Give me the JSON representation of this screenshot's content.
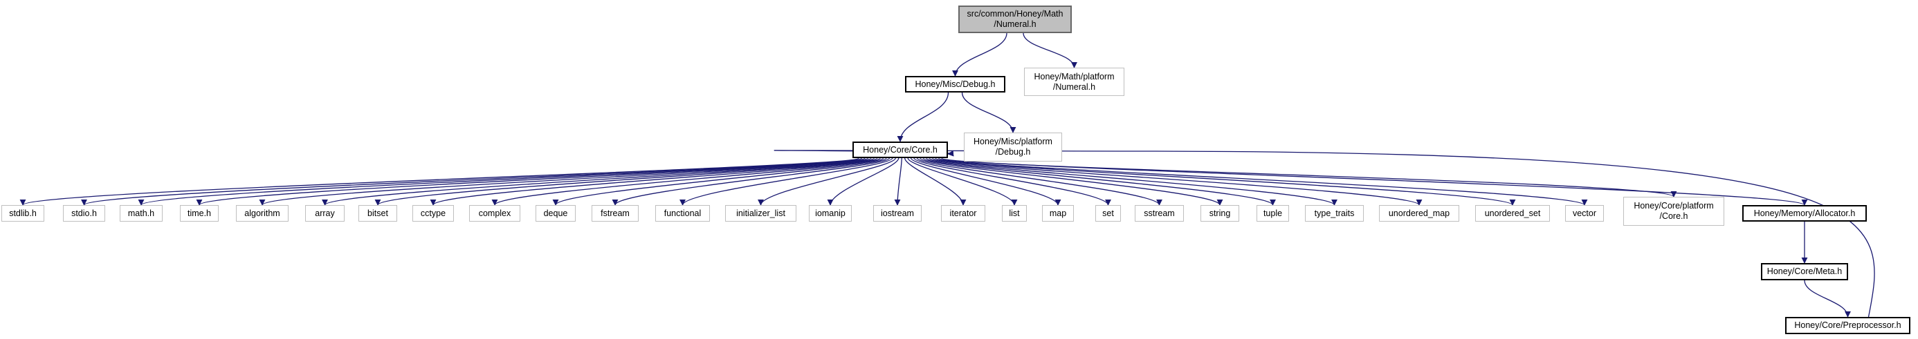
{
  "colors": {
    "edge": "#191970",
    "root_fill": "#bfbfbf",
    "solid_border": "#000000",
    "light_border": "#bfbfbf"
  },
  "nodes": {
    "numeral": "src/common/Honey/Math\n/Numeral.h",
    "debug": "Honey/Misc/Debug.h",
    "math_platform_numeral": "Honey/Math/platform\n/Numeral.h",
    "core": "Honey/Core/Core.h",
    "misc_platform_debug": "Honey/Misc/platform\n/Debug.h",
    "stdlib": "stdlib.h",
    "stdio": "stdio.h",
    "math": "math.h",
    "time": "time.h",
    "algorithm": "algorithm",
    "array": "array",
    "bitset": "bitset",
    "cctype": "cctype",
    "complex": "complex",
    "deque": "deque",
    "fstream": "fstream",
    "functional": "functional",
    "initializer_list": "initializer_list",
    "iomanip": "iomanip",
    "iostream": "iostream",
    "iterator": "iterator",
    "list": "list",
    "map": "map",
    "set": "set",
    "sstream": "sstream",
    "string": "string",
    "tuple": "tuple",
    "type_traits": "type_traits",
    "unordered_map": "unordered_map",
    "unordered_set": "unordered_set",
    "vector": "vector",
    "core_platform_core": "Honey/Core/platform\n/Core.h",
    "allocator": "Honey/Memory/Allocator.h",
    "meta": "Honey/Core/Meta.h",
    "preprocessor": "Honey/Core/Preprocessor.h"
  }
}
